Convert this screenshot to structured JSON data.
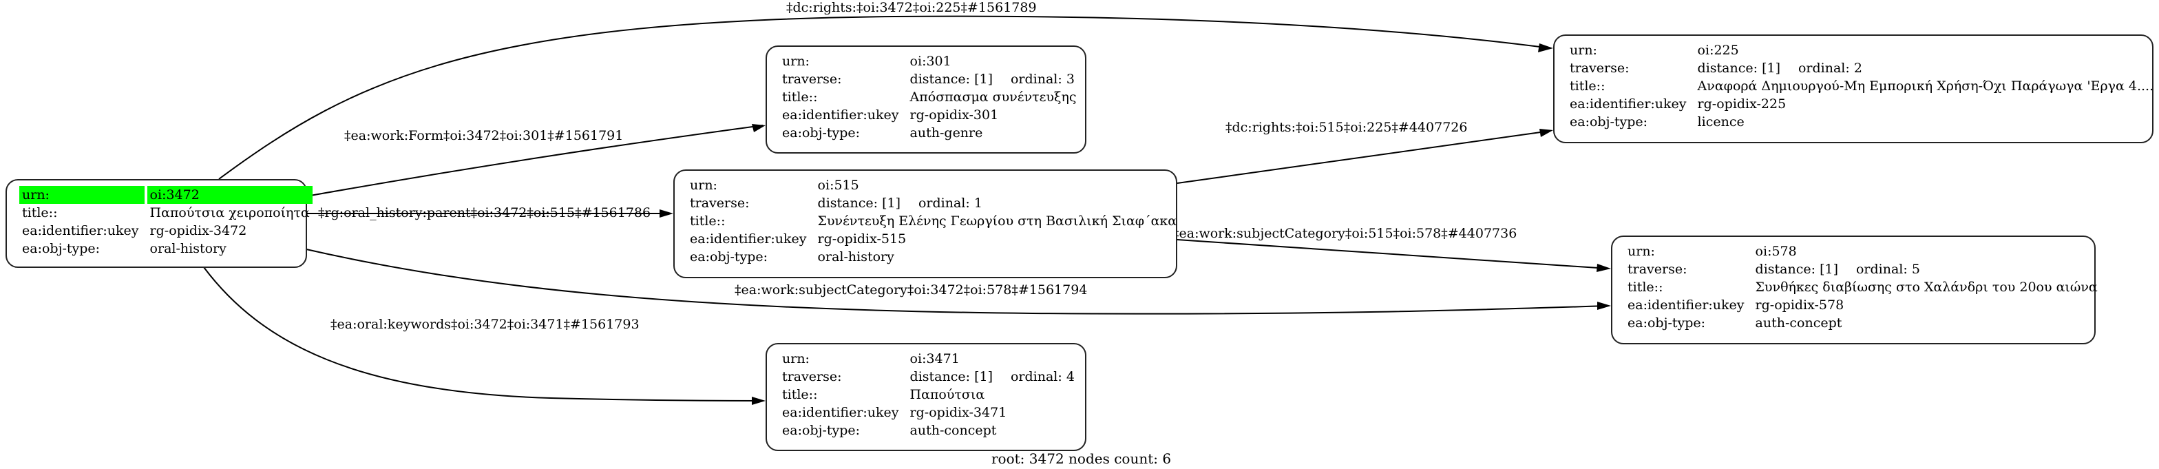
{
  "graph": {
    "footer": "root: 3472 nodes count: 6",
    "highlight_color": "#00ff00",
    "nodes": [
      {
        "id": "3472",
        "root": true,
        "rows": [
          {
            "key": "urn:",
            "value": "oi:3472"
          },
          {
            "key": "title::",
            "value": "Παπούτσια χειροποίητα"
          },
          {
            "key": "ea:identifier:ukey",
            "value": "rg-opidix-3472"
          },
          {
            "key": "ea:obj-type:",
            "value": "oral-history"
          }
        ]
      },
      {
        "id": "301",
        "rows": [
          {
            "key": "urn:",
            "value": "oi:301"
          },
          {
            "key": "traverse:",
            "value": "distance: [1]",
            "extra": "ordinal: 3"
          },
          {
            "key": "title::",
            "value": "Απόσπασμα συνέντευξης"
          },
          {
            "key": "ea:identifier:ukey",
            "value": "rg-opidix-301"
          },
          {
            "key": "ea:obj-type:",
            "value": "auth-genre"
          }
        ]
      },
      {
        "id": "515",
        "rows": [
          {
            "key": "urn:",
            "value": "oi:515"
          },
          {
            "key": "traverse:",
            "value": "distance: [1]",
            "extra": "ordinal: 1"
          },
          {
            "key": "title::",
            "value": "Συνέντευξη Ελένης Γεωργίου στη Βασιλική Σιαφ΄ακα"
          },
          {
            "key": "ea:identifier:ukey",
            "value": "rg-opidix-515"
          },
          {
            "key": "ea:obj-type:",
            "value": "oral-history"
          }
        ]
      },
      {
        "id": "225",
        "rows": [
          {
            "key": "urn:",
            "value": "oi:225"
          },
          {
            "key": "traverse:",
            "value": "distance: [1]",
            "extra": "ordinal: 2"
          },
          {
            "key": "title::",
            "value": "Αναφορά Δημιουργού-Μη Εμπορική Χρήση-Όχι Παράγωγα 'Εργα 4...."
          },
          {
            "key": "ea:identifier:ukey",
            "value": "rg-opidix-225"
          },
          {
            "key": "ea:obj-type:",
            "value": "licence"
          }
        ]
      },
      {
        "id": "578",
        "rows": [
          {
            "key": "urn:",
            "value": "oi:578"
          },
          {
            "key": "traverse:",
            "value": "distance: [1]",
            "extra": "ordinal: 5"
          },
          {
            "key": "title::",
            "value": "Συνθήκες διαβίωσης στο Χαλάνδρι του 20ου αιώνα"
          },
          {
            "key": "ea:identifier:ukey",
            "value": "rg-opidix-578"
          },
          {
            "key": "ea:obj-type:",
            "value": "auth-concept"
          }
        ]
      },
      {
        "id": "3471",
        "rows": [
          {
            "key": "urn:",
            "value": "oi:3471"
          },
          {
            "key": "traverse:",
            "value": "distance: [1]",
            "extra": "ordinal: 4"
          },
          {
            "key": "title::",
            "value": "Παπούτσια"
          },
          {
            "key": "ea:identifier:ukey",
            "value": "rg-opidix-3471"
          },
          {
            "key": "ea:obj-type:",
            "value": "auth-concept"
          }
        ]
      }
    ],
    "edges": [
      {
        "from": "3472",
        "to": "225",
        "label": "‡dc:rights:‡oi:3472‡oi:225‡#1561789"
      },
      {
        "from": "3472",
        "to": "301",
        "label": "‡ea:work:Form‡oi:3472‡oi:301‡#1561791"
      },
      {
        "from": "3472",
        "to": "515",
        "label": "‡rg:oral_history:parent‡oi:3472‡oi:515‡#1561786"
      },
      {
        "from": "3472",
        "to": "578",
        "label": "‡ea:work:subjectCategory‡oi:3472‡oi:578‡#1561794"
      },
      {
        "from": "3472",
        "to": "3471",
        "label": "‡ea:oral:keywords‡oi:3472‡oi:3471‡#1561793"
      },
      {
        "from": "515",
        "to": "225",
        "label": "‡dc:rights:‡oi:515‡oi:225‡#4407726"
      },
      {
        "from": "515",
        "to": "578",
        "label": "‡ea:work:subjectCategory‡oi:515‡oi:578‡#4407736"
      }
    ]
  }
}
